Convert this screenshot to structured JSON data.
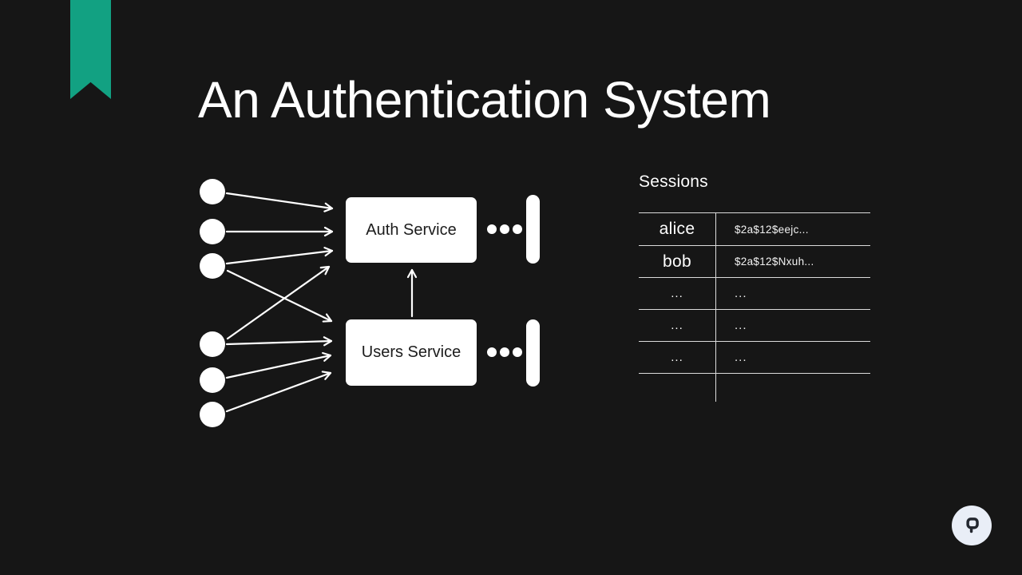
{
  "slide": {
    "title": "An Authentication System",
    "background_color": "#161616",
    "accent_color": "#12a182",
    "foreground_color": "#ffffff"
  },
  "diagram": {
    "clients_count": 6,
    "services": [
      {
        "label": "Auth Service"
      },
      {
        "label": "Users Service"
      }
    ],
    "table_line_color": "#dcdcdc"
  },
  "sessions": {
    "title": "Sessions",
    "rows": [
      {
        "user": "alice",
        "hash": "$2a$12$eejc..."
      },
      {
        "user": "bob",
        "hash": "$2a$12$Nxuh..."
      },
      {
        "user": "...",
        "hash": "..."
      },
      {
        "user": "...",
        "hash": "..."
      },
      {
        "user": "...",
        "hash": "..."
      }
    ]
  },
  "icons": {
    "ellipsis_dots": "•••",
    "database_bar": "▮",
    "bookmark_ribbon": "ribbon",
    "pitch_logo": "P"
  }
}
